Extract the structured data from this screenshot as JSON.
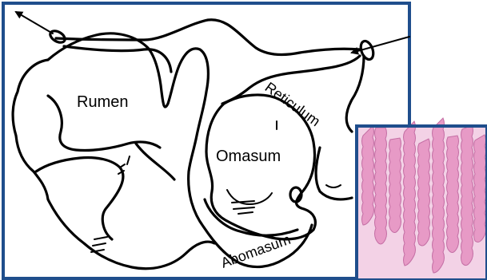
{
  "labels": {
    "rumen": "Rumen",
    "reticulum": "Reticulum",
    "omasum": "Omasum",
    "abomasum": "Abomasum"
  },
  "colors": {
    "frame": "#1f4e8c",
    "inset_tissue": "#e79ac6",
    "inset_background": "#f3d2e6"
  },
  "inset": {
    "subject": "micrograph of villi-like tissue"
  }
}
